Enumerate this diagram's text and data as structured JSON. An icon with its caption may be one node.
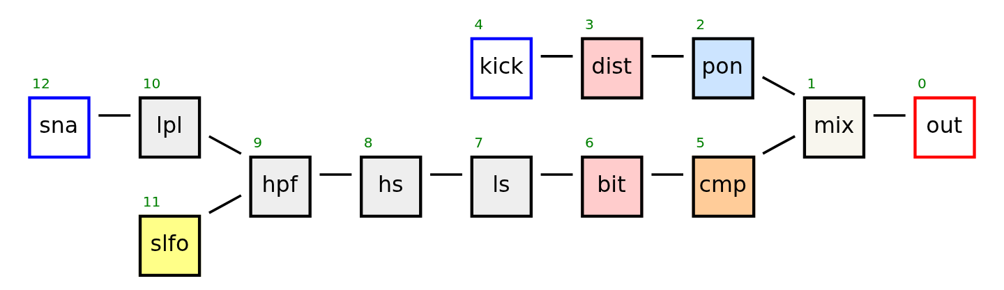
{
  "diagram": {
    "nodes": [
      {
        "text": [
          "kick"
        ],
        "beside": [
          "4"
        ]
      },
      {
        "text": [
          "dist"
        ],
        "beside": [
          "3"
        ]
      },
      {
        "text": [
          "pon"
        ],
        "beside": [
          "2"
        ]
      },
      {
        "text": [
          "mix"
        ],
        "beside": [
          "1"
        ]
      },
      {
        "text": [
          "out"
        ],
        "beside": [
          "0"
        ]
      },
      {
        "text": [
          "sna"
        ],
        "beside": [
          "12"
        ]
      },
      {
        "text": [
          "lpl"
        ],
        "beside": [
          "10"
        ]
      },
      {
        "text": [
          "hpf"
        ],
        "beside": [
          "9"
        ]
      },
      {
        "text": [
          "hs"
        ],
        "beside": [
          "8"
        ]
      },
      {
        "text": [
          "ls"
        ],
        "beside": [
          "7"
        ]
      },
      {
        "text": [
          "bit"
        ],
        "beside": [
          "6"
        ]
      },
      {
        "text": [
          "cmp"
        ],
        "beside": [
          "5"
        ]
      },
      {
        "text": [
          "slfo"
        ],
        "beside": [
          "11"
        ]
      }
    ],
    "edges": [
      {
        "from": 0,
        "to": 1,
        "arrow": "none"
      },
      {
        "from": 1,
        "to": 2,
        "arrow": "none"
      },
      {
        "from": 2,
        "to": 3,
        "arrow": "none"
      },
      {
        "from": 3,
        "to": 4,
        "arrow": "none"
      },
      {
        "from": 5,
        "to": 6,
        "arrow": "none"
      },
      {
        "from": 6,
        "to": 7,
        "arrow": "none"
      },
      {
        "from": 12,
        "to": 7,
        "arrow": "none"
      },
      {
        "from": 7,
        "to": 8,
        "arrow": "none"
      },
      {
        "from": 8,
        "to": 9,
        "arrow": "none"
      },
      {
        "from": 9,
        "to": 10,
        "arrow": "none"
      },
      {
        "from": 10,
        "to": 11,
        "arrow": "none"
      },
      {
        "from": 11,
        "to": 3,
        "arrow": "none"
      }
    ]
  }
}
